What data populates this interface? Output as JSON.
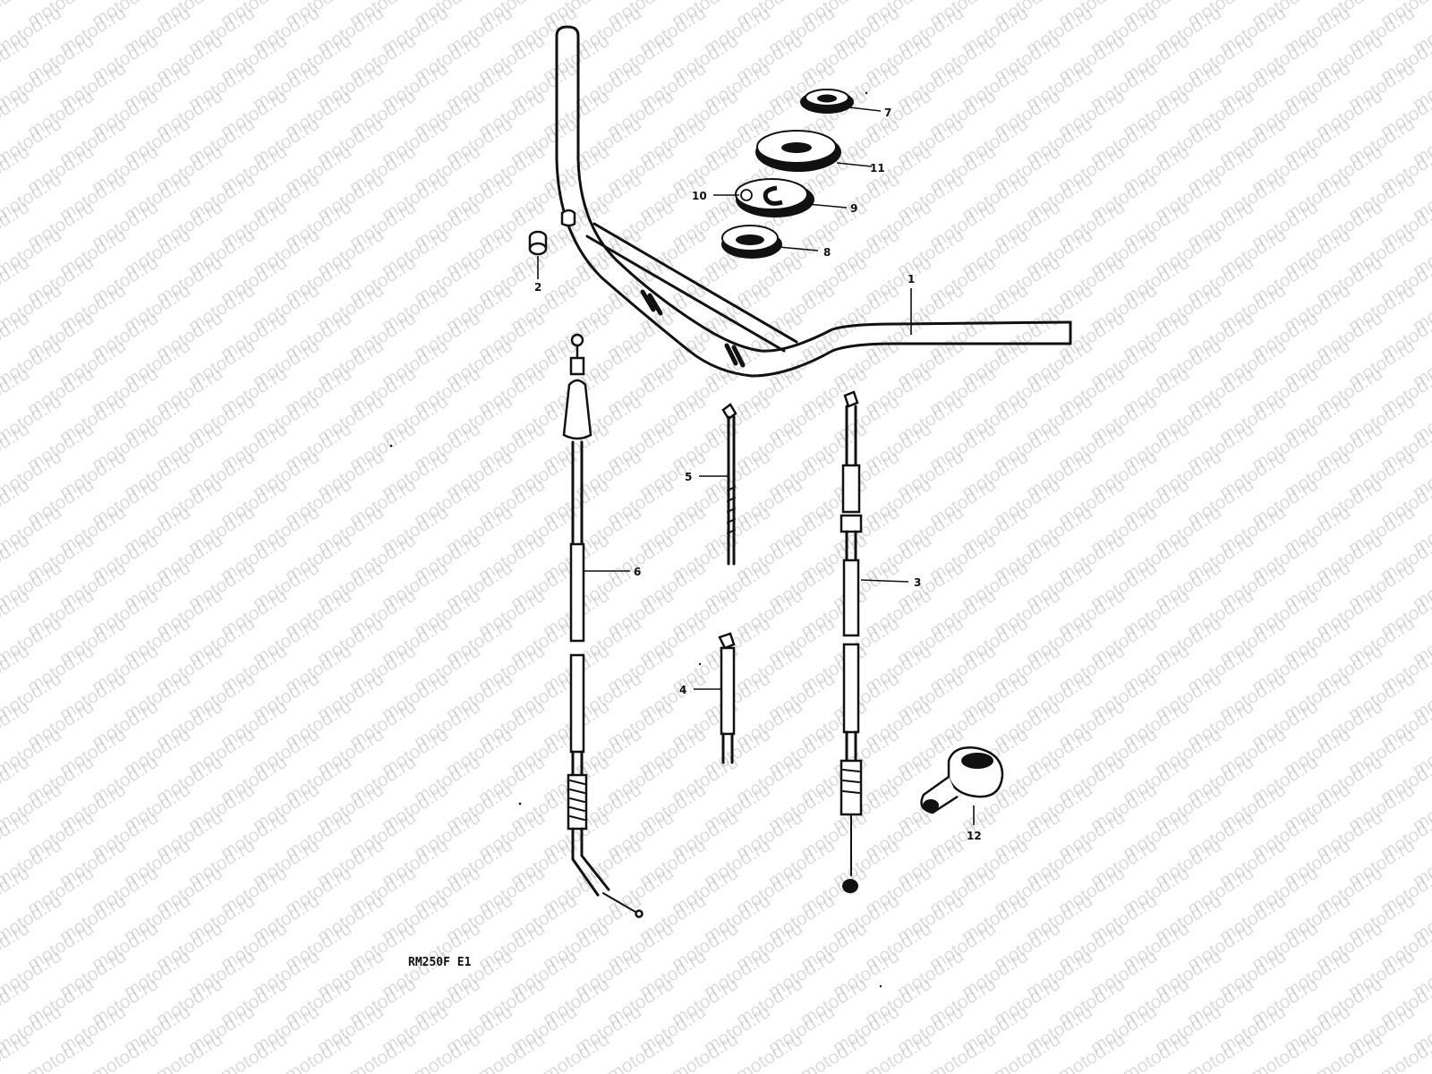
{
  "watermark": {
    "text": "motod.ru"
  },
  "diagram_code": "RM250F E1",
  "callouts": {
    "c1": "1",
    "c2": "2",
    "c3": "3",
    "c4": "4",
    "c5": "5",
    "c6": "6",
    "c7": "7",
    "c8": "8",
    "c9": "9",
    "c10": "10",
    "c11": "11",
    "c12": "12"
  },
  "colors": {
    "line": "#111111",
    "watermark": "#bfbfbf",
    "background": "#ffffff"
  }
}
